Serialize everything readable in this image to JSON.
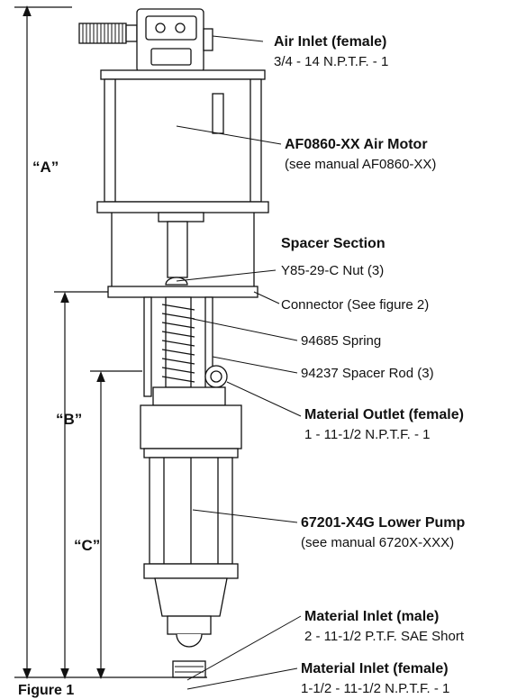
{
  "dimensions": {
    "a": "“A”",
    "b": "“B”",
    "c": "“C”"
  },
  "callouts": {
    "air_inlet": {
      "title": "Air Inlet (female)",
      "detail": "3/4 - 14 N.P.T.F. - 1"
    },
    "air_motor": {
      "title": "AF0860-XX Air Motor",
      "detail": "(see manual AF0860-XX)"
    },
    "spacer_section": {
      "title": "Spacer Section"
    },
    "nut": {
      "text": "Y85-29-C Nut (3)"
    },
    "connector": {
      "text": "Connector (See figure 2)"
    },
    "spring": {
      "text": "94685 Spring"
    },
    "spacer_rod": {
      "text": "94237 Spacer Rod (3)"
    },
    "material_outlet": {
      "title": "Material Outlet (female)",
      "detail": "1 - 11-1/2 N.P.T.F. - 1"
    },
    "lower_pump": {
      "title": "67201-X4G Lower Pump",
      "detail": "(see manual 6720X-XXX)"
    },
    "material_inlet_male": {
      "title": "Material Inlet (male)",
      "detail": "2 - 11-1/2 P.T.F. SAE Short"
    },
    "material_inlet_female": {
      "title": "Material Inlet (female)",
      "detail": "1-1/2 - 11-1/2 N.P.T.F. - 1"
    }
  },
  "figure_caption": "Figure 1"
}
